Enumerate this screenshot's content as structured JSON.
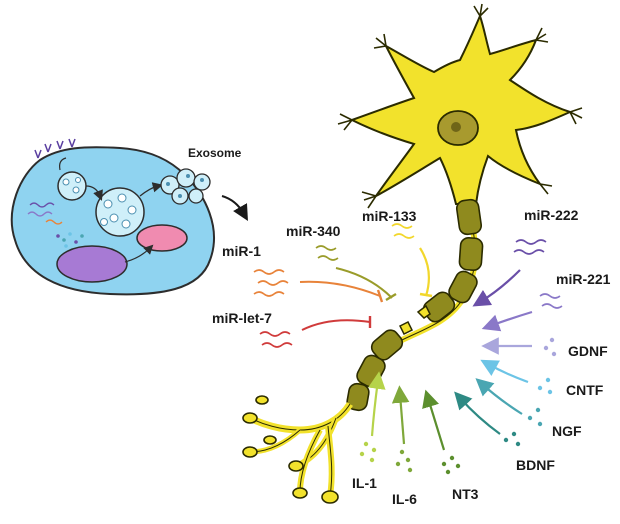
{
  "source_cell": {
    "exosome_label": "Exosome",
    "colors": {
      "cell_fill": "#8fd3f0",
      "cell_stroke": "#2d2d2d",
      "vacuole_pink": "#f08bb0",
      "vacuole_purple": "#a77ad4"
    }
  },
  "neuron": {
    "colors": {
      "body": "#f2e22c",
      "body_stroke": "#2b2b00",
      "myelin": "#8f8a1e",
      "nucleus": "#a89a2e"
    }
  },
  "inhibitory_signals": [
    {
      "id": "mir-1",
      "label": "miR-1",
      "color": "#e8833a"
    },
    {
      "id": "mir-340",
      "label": "miR-340",
      "color": "#9a9c2a"
    },
    {
      "id": "mir-133",
      "label": "miR-133",
      "color": "#f2d72c"
    },
    {
      "id": "mir-let-7",
      "label": "miR-let-7",
      "color": "#d03b3b"
    }
  ],
  "promoting_signals": [
    {
      "id": "mir-222",
      "label": "miR-222",
      "color": "#6a4fa8"
    },
    {
      "id": "mir-221",
      "label": "miR-221",
      "color": "#8a78c8"
    },
    {
      "id": "gdnf",
      "label": "GDNF",
      "color": "#a9a6dc"
    },
    {
      "id": "cntf",
      "label": "CNTF",
      "color": "#6cc4e6"
    },
    {
      "id": "ngf",
      "label": "NGF",
      "color": "#4aa6b2"
    },
    {
      "id": "bdnf",
      "label": "BDNF",
      "color": "#2e8a84"
    },
    {
      "id": "nt3",
      "label": "NT3",
      "color": "#5c8f2e"
    },
    {
      "id": "il-6",
      "label": "IL-6",
      "color": "#7fa83a"
    },
    {
      "id": "il-1",
      "label": "IL-1",
      "color": "#b6d34a"
    }
  ]
}
